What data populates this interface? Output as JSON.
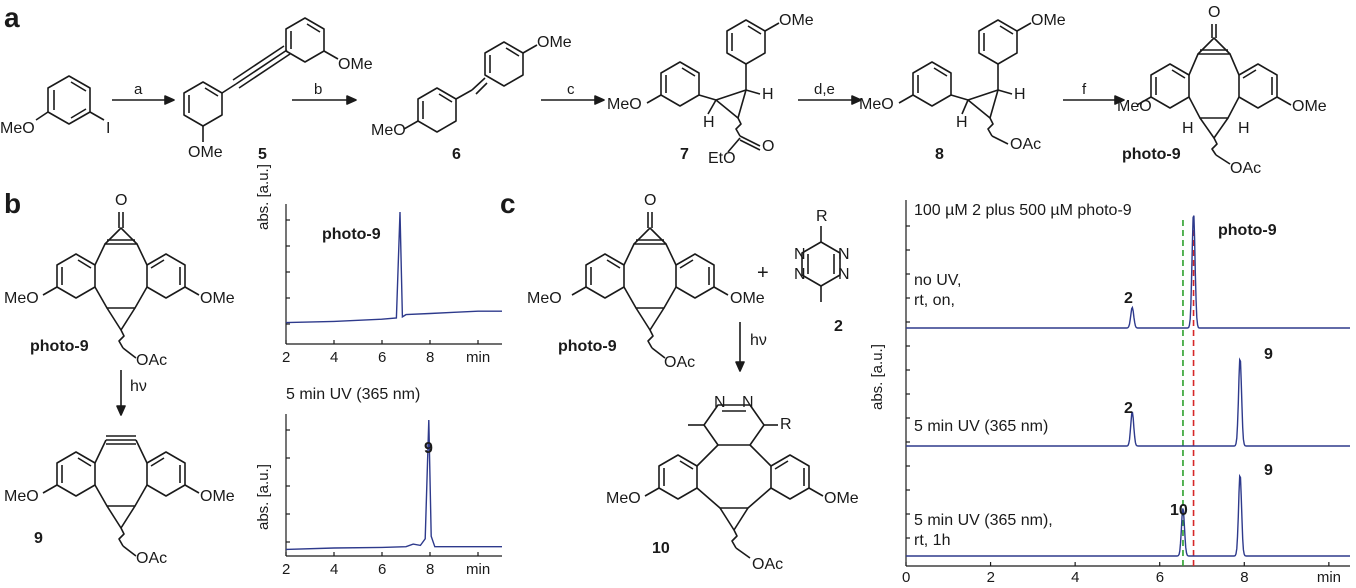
{
  "panels": {
    "a": "a",
    "b": "b",
    "c": "c"
  },
  "scheme_a": {
    "reagent_labels": [
      "a",
      "b",
      "c",
      "d,e",
      "f"
    ],
    "compounds": {
      "start": {
        "substituents": [
          "MeO",
          "I"
        ]
      },
      "c5": {
        "number": "5",
        "substituents": [
          "OMe",
          "OMe"
        ]
      },
      "c6": {
        "number": "6",
        "substituents": [
          "MeO",
          "OMe"
        ]
      },
      "c7": {
        "number": "7",
        "substituents": [
          "MeO",
          "OMe",
          "H",
          "H",
          "O",
          "EtO"
        ]
      },
      "c8": {
        "number": "8",
        "substituents": [
          "MeO",
          "OMe",
          "H",
          "H",
          "OAc"
        ]
      },
      "photo9": {
        "name": "photo-9",
        "substituents": [
          "O",
          "MeO",
          "OMe",
          "H",
          "H",
          "OAc"
        ]
      }
    }
  },
  "scheme_b": {
    "photo9": {
      "name": "photo-9",
      "substituents": [
        "O",
        "MeO",
        "OMe",
        "OAc"
      ]
    },
    "arrow_label": "hν",
    "product": {
      "number": "9",
      "substituents": [
        "MeO",
        "OMe",
        "OAc"
      ]
    }
  },
  "scheme_c": {
    "photo9": {
      "name": "photo-9",
      "substituents": [
        "O",
        "MeO",
        "OMe",
        "OAc"
      ]
    },
    "plus": "+",
    "tetrazine": {
      "number": "2",
      "R": "R",
      "N": "N"
    },
    "arrow_label": "hν",
    "product": {
      "number": "10",
      "substituents": [
        "N",
        "N",
        "R",
        "MeO",
        "OMe",
        "OAc"
      ]
    }
  },
  "chart_data": [
    {
      "type": "line",
      "title": "",
      "xlabel": "",
      "x_unit": "min",
      "ylabel": "abs. [a.u.]",
      "xlim": [
        2,
        11
      ],
      "x_ticks": [
        "2",
        "4",
        "6",
        "8",
        "min"
      ],
      "series": [
        {
          "x": [
            2,
            4,
            5,
            6,
            6.6,
            6.75,
            6.85,
            7,
            8,
            9,
            10,
            11
          ],
          "y": [
            0.03,
            0.04,
            0.05,
            0.06,
            0.07,
            1.0,
            0.08,
            0.1,
            0.11,
            0.12,
            0.13,
            0.13
          ]
        }
      ],
      "annotations": [
        {
          "text": "photo-9",
          "x": 6.8
        }
      ]
    },
    {
      "type": "line",
      "title": "5 min UV (365 nm)",
      "xlabel": "",
      "x_unit": "min",
      "ylabel": "abs. [a.u.]",
      "xlim": [
        2,
        11
      ],
      "x_ticks": [
        "2",
        "4",
        "6",
        "8",
        "min"
      ],
      "series": [
        {
          "x": [
            2,
            4,
            6,
            7,
            7.3,
            7.6,
            7.8,
            7.95,
            8.05,
            8.2,
            9,
            11
          ],
          "y": [
            0.02,
            0.03,
            0.035,
            0.04,
            0.06,
            0.05,
            0.1,
            1.0,
            0.12,
            0.04,
            0.04,
            0.04
          ]
        }
      ],
      "annotations": [
        {
          "text": "9",
          "x": 7.95
        }
      ]
    },
    {
      "type": "line",
      "title": "100 µM 2 plus 500 µM photo-9",
      "xlabel": "",
      "x_unit": "min",
      "ylabel": "abs. [a.u.]",
      "xlim": [
        0,
        10.5
      ],
      "x_ticks": [
        "0",
        "2",
        "4",
        "6",
        "8",
        "min"
      ],
      "vertical_lines": [
        {
          "x": 6.55,
          "color": "#2ca02c"
        },
        {
          "x": 6.8,
          "color": "#d62728"
        }
      ],
      "series": [
        {
          "name": "no UV, rt, on,",
          "peaks": [
            {
              "x": 5.35,
              "h": 0.18
            },
            {
              "x": 6.8,
              "h": 1.0
            }
          ]
        },
        {
          "name": "5 min UV (365 nm)",
          "peaks": [
            {
              "x": 5.35,
              "h": 0.35
            },
            {
              "x": 7.9,
              "h": 0.9
            }
          ]
        },
        {
          "name": "5 min UV (365 nm), rt, 1h",
          "peaks": [
            {
              "x": 6.55,
              "h": 0.5
            },
            {
              "x": 7.9,
              "h": 0.85
            }
          ]
        }
      ],
      "annotations": [
        {
          "text": "photo-9",
          "trace": 0
        },
        {
          "text": "2",
          "trace": 0
        },
        {
          "text": "9",
          "trace": 1
        },
        {
          "text": "2",
          "trace": 1
        },
        {
          "text": "9",
          "trace": 2
        },
        {
          "text": "10",
          "trace": 2
        }
      ],
      "trace_labels": [
        "no UV,",
        "rt, on,",
        "5 min UV (365 nm)",
        "5 min UV (365 nm),",
        "rt, 1h"
      ]
    }
  ],
  "colors": {
    "trace": "#2e3a8c",
    "green_line": "#2ca02c",
    "red_line": "#d62728",
    "ink": "#1a1a1a"
  }
}
